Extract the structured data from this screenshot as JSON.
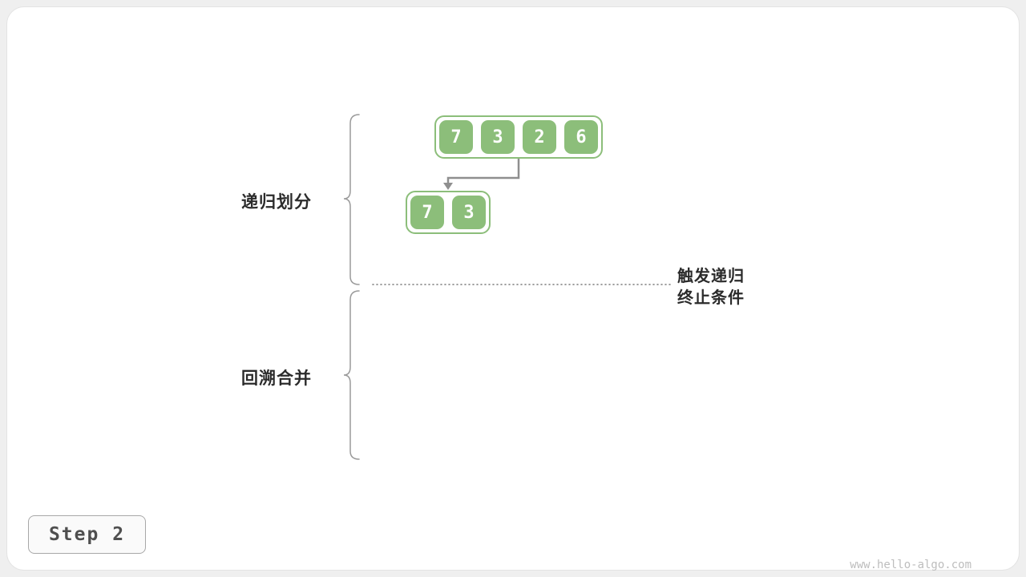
{
  "diagram": {
    "phase_labels": {
      "divide": "递归划分",
      "merge": "回溯合并"
    },
    "termination_note": {
      "line1": "触发递归",
      "line2": "终止条件"
    },
    "arrays": {
      "top": {
        "values": [
          7,
          3,
          2,
          6
        ]
      },
      "sub": {
        "values": [
          7,
          3
        ]
      }
    }
  },
  "step_indicator": {
    "label": "Step 2"
  },
  "watermark": "www.hello-algo.com",
  "colors": {
    "cell-green": "#8cbe7a",
    "line-gray": "#9a9a9a",
    "arrow-gray": "#8f8f8f",
    "text-dark": "#2b2b2b",
    "page-bg": "#efefef"
  }
}
